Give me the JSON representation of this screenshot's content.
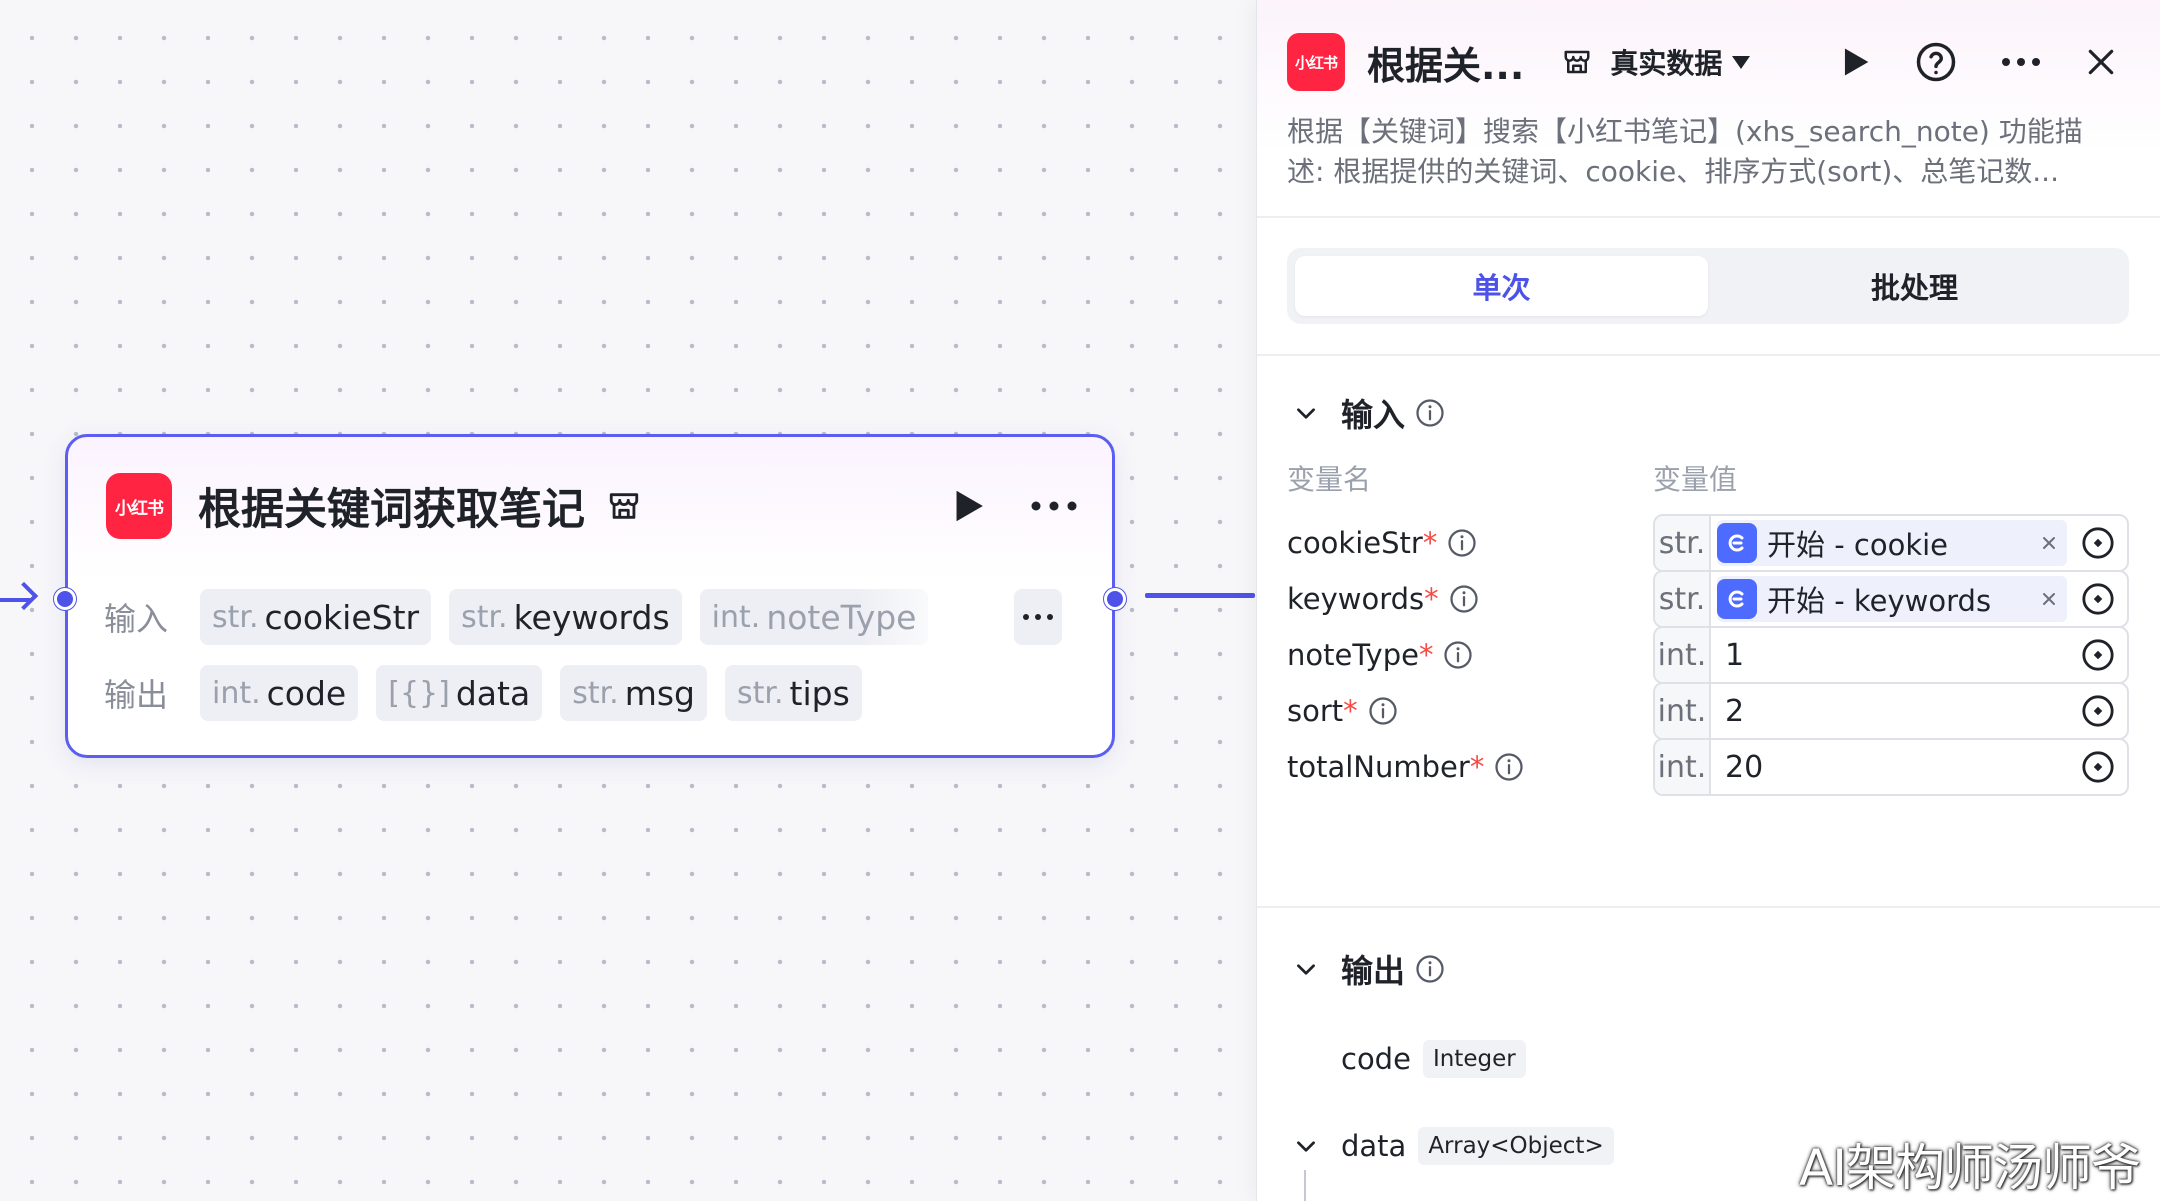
{
  "app": {
    "logo_text": "小红书",
    "brand_color": "#ff2442",
    "accent_color": "#4d53e8"
  },
  "node": {
    "title": "根据关键词获取笔记",
    "inputs_label": "输入",
    "outputs_label": "输出",
    "inputs": [
      {
        "type": "str.",
        "name": "cookieStr"
      },
      {
        "type": "str.",
        "name": "keywords"
      },
      {
        "type": "int.",
        "name": "noteType"
      }
    ],
    "outputs": [
      {
        "type": "int.",
        "name": "code"
      },
      {
        "type": "[{}]",
        "name": "data"
      },
      {
        "type": "str.",
        "name": "msg"
      },
      {
        "type": "str.",
        "name": "tips"
      }
    ]
  },
  "panel": {
    "title": "根据关...",
    "data_mode": "真实数据",
    "description": "根据【关键词】搜索【小红书笔记】(xhs_search_note) 功能描述: 根据提供的关键词、cookie、排序方式(sort)、总笔记数...",
    "tabs": [
      "单次",
      "批处理"
    ],
    "active_tab": "单次",
    "input_section": {
      "title": "输入",
      "col_name": "变量名",
      "col_value": "变量值",
      "rows": [
        {
          "name": "cookieStr",
          "required": "*",
          "type": "str.",
          "ref": "开始 - cookie"
        },
        {
          "name": "keywords",
          "required": "*",
          "type": "str.",
          "ref": "开始 - keywords"
        },
        {
          "name": "noteType",
          "required": "*",
          "type": "int.",
          "value": "1"
        },
        {
          "name": "sort",
          "required": "*",
          "type": "int.",
          "value": "2"
        },
        {
          "name": "totalNumber",
          "required": "*",
          "type": "int.",
          "value": "20"
        }
      ]
    },
    "output_section": {
      "title": "输出",
      "items": [
        {
          "name": "code",
          "type": "Integer"
        },
        {
          "name": "data",
          "type": "Array<Object>"
        }
      ]
    }
  },
  "watermark": "AI架构师汤师爷"
}
